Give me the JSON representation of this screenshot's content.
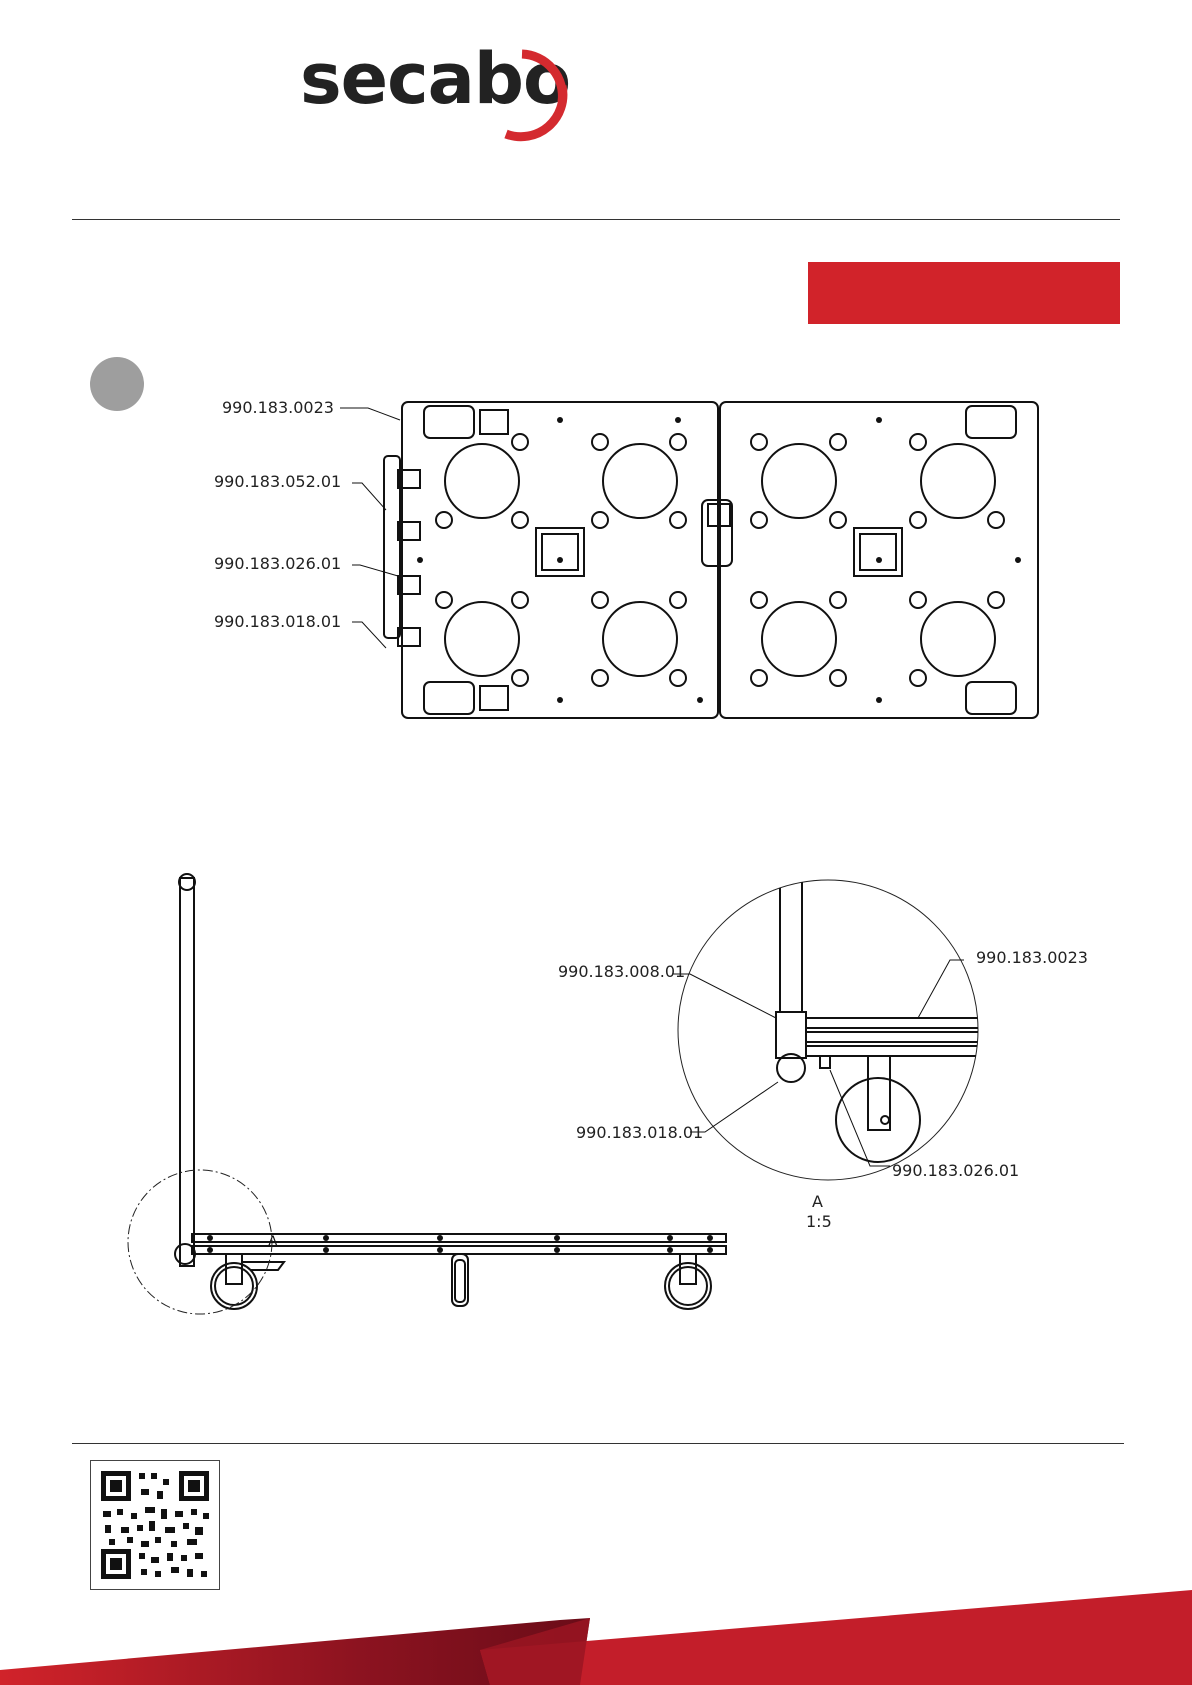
{
  "logo": {
    "text": "secabo",
    "brand_color": "#d42a2f"
  },
  "top_view": {
    "callouts": [
      "990.183.0023",
      "990.183.052.01",
      "990.183.026.01",
      "990.183.018.01"
    ]
  },
  "detail_view": {
    "callouts": [
      "990.183.008.01",
      "990.183.0023",
      "990.183.018.01",
      "990.183.026.01"
    ],
    "label": "A",
    "scale": "1:5"
  },
  "side_view": {
    "section_marker": "A"
  },
  "colors": {
    "accent_red": "#d1232a",
    "dark_red": "#7a0f1b",
    "step_grey": "#9e9e9e"
  }
}
